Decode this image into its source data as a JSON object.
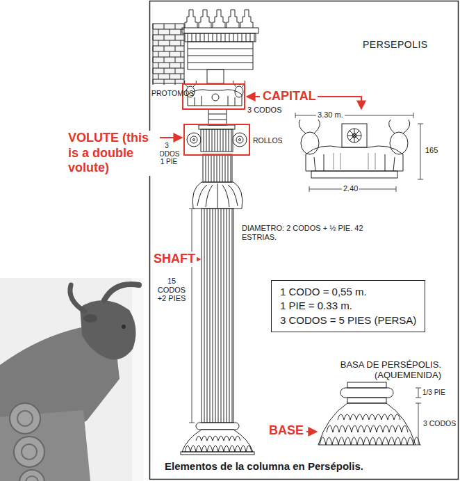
{
  "diagram": {
    "title": "PERSEPOLIS",
    "caption": "Elementos de la columna en Persépolis.",
    "nodes": [
      {
        "text": [
          "1 CODO = 0,55 m.",
          "1 PIE = 0.33 m.",
          "3 CODOS = 5 PIES (PERSA)"
        ]
      }
    ],
    "labels": [
      "PROTOMOS",
      "3 CODOS",
      "CAPITAL",
      "3.30 m.",
      "165",
      "2.40",
      "3 CODOS +1 PIE",
      "ROLLOS",
      "VOLUTE (this is a double volute)",
      "DIAMETRO: 2 CODOS + ½ PIE. 42 ESTRIAS.",
      "SHAFT",
      "15 CODOS +2 PIES",
      "BASA DE PERSÉPOLIS. (AQUEMENIDA)",
      "1/3 PIE",
      "3 CODOS",
      "BASE"
    ]
  }
}
